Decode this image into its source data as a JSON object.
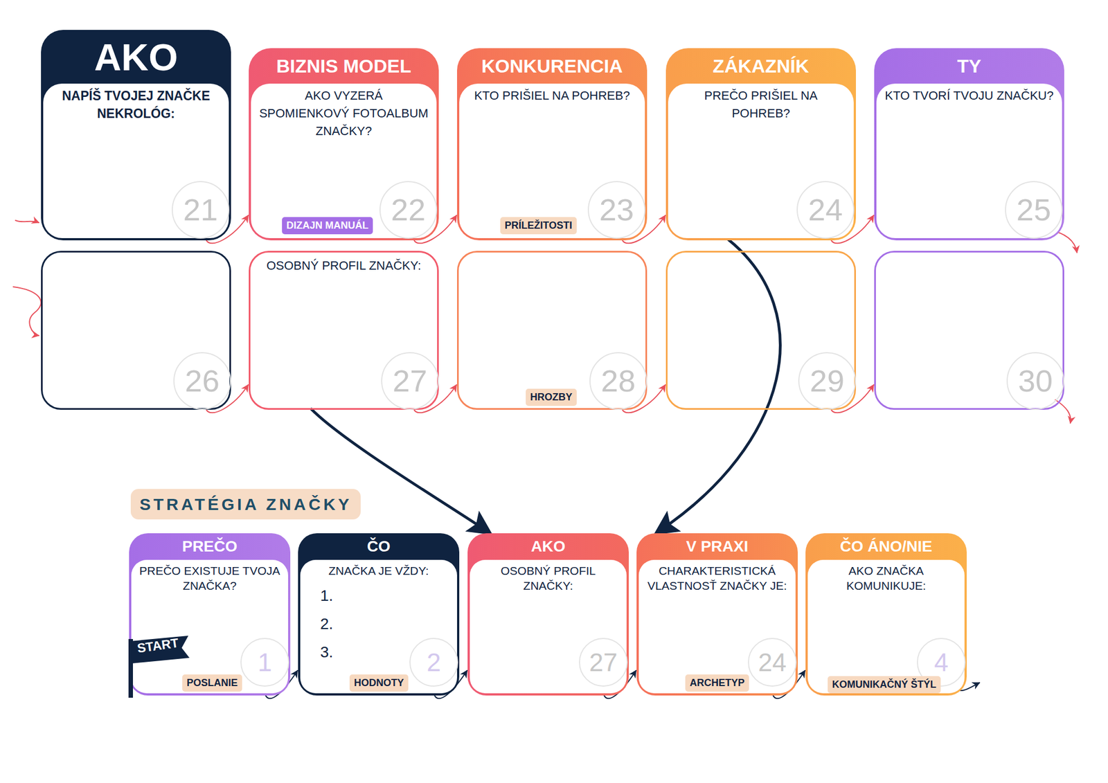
{
  "diagram": {
    "nodes": [
      {
        "text": [
          "AKO",
          "NAPÍŠ TVOJEJ ZNAČKE NEKROLÓG:"
        ]
      },
      {
        "text": [
          "21"
        ],
        "in": 0
      },
      {
        "text": [
          "BIZNIS MODEL",
          "AKO VYZERÁ SPOMIENKOVÝ FOTOALBUM ZNAČKY?"
        ]
      },
      {
        "text": [
          "DIZAJN MANUÁL"
        ],
        "in": 2
      },
      {
        "text": [
          "22"
        ],
        "in": 2
      },
      {
        "text": [
          "KONKURENCIA",
          "KTO PRIŠIEL NA POHREB?"
        ]
      },
      {
        "text": [
          "PRÍLEŽITOSTI"
        ],
        "in": 5
      },
      {
        "text": [
          "23"
        ],
        "in": 5
      },
      {
        "text": [
          "ZÁKAZNÍK",
          "PREČO PRIŠIEL NA POHREB?"
        ]
      },
      {
        "text": [
          "24"
        ],
        "in": 8
      },
      {
        "text": [
          "TY",
          "KTO TVORÍ TVOJU ZNAČKU?"
        ]
      },
      {
        "text": [
          "25"
        ],
        "in": 10
      },
      {
        "text": []
      },
      {
        "text": [
          "26"
        ],
        "in": 12
      },
      {
        "text": [
          "OSOBNÝ PROFIL ZNAČKY:"
        ]
      },
      {
        "text": [
          "27"
        ],
        "in": 14
      },
      {
        "text": []
      },
      {
        "text": [
          "HROZBY"
        ],
        "in": 16
      },
      {
        "text": [
          "28"
        ],
        "in": 16
      },
      {
        "text": []
      },
      {
        "text": [
          "29"
        ],
        "in": 19
      },
      {
        "text": []
      },
      {
        "text": [
          "30"
        ],
        "in": 21
      },
      {
        "text": [
          "STRATÉGIA ZNAČKY"
        ]
      },
      {
        "text": [
          "PREČO",
          "PREČO EXISTUJE TVOJA ZNAČKA?"
        ]
      },
      {
        "text": [
          "START"
        ]
      },
      {
        "text": [
          "POSLANIE"
        ],
        "in": 24
      },
      {
        "text": [
          "1"
        ],
        "in": 24
      },
      {
        "text": [
          "ČO",
          "ZNAČKA JE VŽDY:",
          "1.",
          "2.",
          "3."
        ]
      },
      {
        "text": [
          "HODNOTY"
        ],
        "in": 28
      },
      {
        "text": [
          "2"
        ],
        "in": 28
      },
      {
        "text": [
          "AKO",
          "OSOBNÝ PROFIL ZNAČKY:"
        ]
      },
      {
        "text": [
          "27"
        ],
        "in": 31
      },
      {
        "text": [
          "V PRAXI",
          "CHARAKTERISTICKÁ VLASTNOSŤ ZNAČKY JE:"
        ]
      },
      {
        "text": [
          "ARCHETYP"
        ],
        "in": 33
      },
      {
        "text": [
          "24"
        ],
        "in": 33
      },
      {
        "text": [
          "ČO ÁNO/NIE",
          "AKO ZNAČKA KOMUNIKUJE:"
        ]
      },
      {
        "text": [
          "KOMUNIKAČNÝ ŠTÝL"
        ],
        "in": 36
      },
      {
        "text": [
          "4"
        ],
        "in": 36
      }
    ],
    "edges": [
      {
        "from": 0,
        "to": 2,
        "arrow": "to"
      },
      {
        "from": 2,
        "to": 5,
        "arrow": "to"
      },
      {
        "from": 5,
        "to": 8,
        "arrow": "to"
      },
      {
        "from": 8,
        "to": 10,
        "arrow": "to"
      },
      {
        "from": 12,
        "to": 14,
        "arrow": "to"
      },
      {
        "from": 14,
        "to": 16,
        "arrow": "to"
      },
      {
        "from": 16,
        "to": 19,
        "arrow": "to"
      },
      {
        "from": 19,
        "to": 21,
        "arrow": "to"
      },
      {
        "from": 14,
        "to": 31,
        "arrow": "to"
      },
      {
        "from": 8,
        "to": 33,
        "arrow": "to"
      },
      {
        "from": 24,
        "to": 28,
        "arrow": "to"
      },
      {
        "from": 28,
        "to": 31,
        "arrow": "to"
      },
      {
        "from": 31,
        "to": 33,
        "arrow": "to"
      },
      {
        "from": 33,
        "to": 36,
        "arrow": "to"
      }
    ]
  }
}
